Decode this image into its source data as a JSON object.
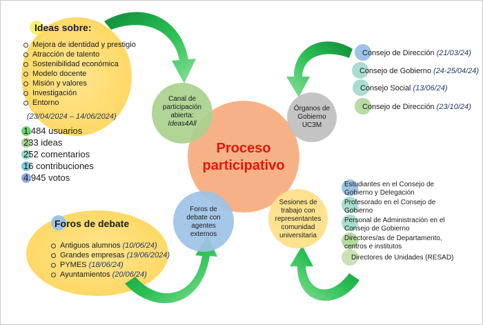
{
  "center": {
    "title": [
      "Proceso",
      "participativo"
    ]
  },
  "canal": {
    "lines": [
      "Canal de",
      "participación",
      "abierta:"
    ],
    "emph": "Ideas4All"
  },
  "organos": {
    "lines": [
      "Órganos de",
      "Gobierno",
      "UC3M"
    ]
  },
  "foros_externos": {
    "lines": [
      "Foros de",
      "debate con",
      "agentes",
      "externos"
    ]
  },
  "sesiones": {
    "lines": [
      "Sesiones de",
      "trabajo con",
      "representantes",
      "comunidad",
      "universitaria"
    ]
  },
  "ideas": {
    "title": "Ideas sobre:",
    "items": [
      "Mejora de identidad y prestigio",
      "Atracción de talento",
      "Sostenibilidad económica",
      "Modelo docente",
      "Misión y valores",
      "Investigación",
      "Entorno"
    ],
    "dates": "(23/04/2024 – 14/06/2024)",
    "stats": [
      "1.484 usuarios",
      "233 ideas",
      "252 comentarios",
      "16 contribuciones",
      "4.945 votos"
    ]
  },
  "consejos": {
    "items": [
      {
        "label": "Consejo de Dirección",
        "date": "(21/03/24)"
      },
      {
        "label": "Consejo de Gobierno",
        "date": "(24-25/04/24)"
      },
      {
        "label": "Consejo Social",
        "date": "(13/06/24)"
      },
      {
        "label": "Consejo de Dirección",
        "date": "(23/10/24)"
      }
    ]
  },
  "foros": {
    "title": "Foros de debate",
    "items": [
      {
        "label": "Antiguos alumnos",
        "date": "(10/06/24)"
      },
      {
        "label": "Grandes empresas",
        "date": "(19/06/2024)"
      },
      {
        "label": "PYMES",
        "date": "(18/06/24)"
      },
      {
        "label": "Ayuntamientos",
        "date": "(20/06/24)"
      }
    ]
  },
  "estudiantes": {
    "items": [
      [
        "Estudiantes en el Consejo de",
        "Gobierno y Delegación"
      ],
      [
        "Profesorado en el Consejo de",
        "Gobierno"
      ],
      [
        "Personal de Administración en el",
        "Consejo de Gobierno"
      ],
      [
        "Directores/as de Departamento,",
        "centros e institutos"
      ],
      [
        "Directores de Unidades (RESAD)"
      ]
    ]
  },
  "colors": {
    "orange_center": "#f6b286",
    "green_node": "#a9d18e",
    "grey_node": "#bfbfbf",
    "blue_node": "#9dc3e6",
    "yellow_node": "#ffe08a",
    "yellow_blob": "#ffd966",
    "title_red": "#e6140b",
    "date_blue": "#1f3864",
    "arrow_green": "#18a44b"
  }
}
